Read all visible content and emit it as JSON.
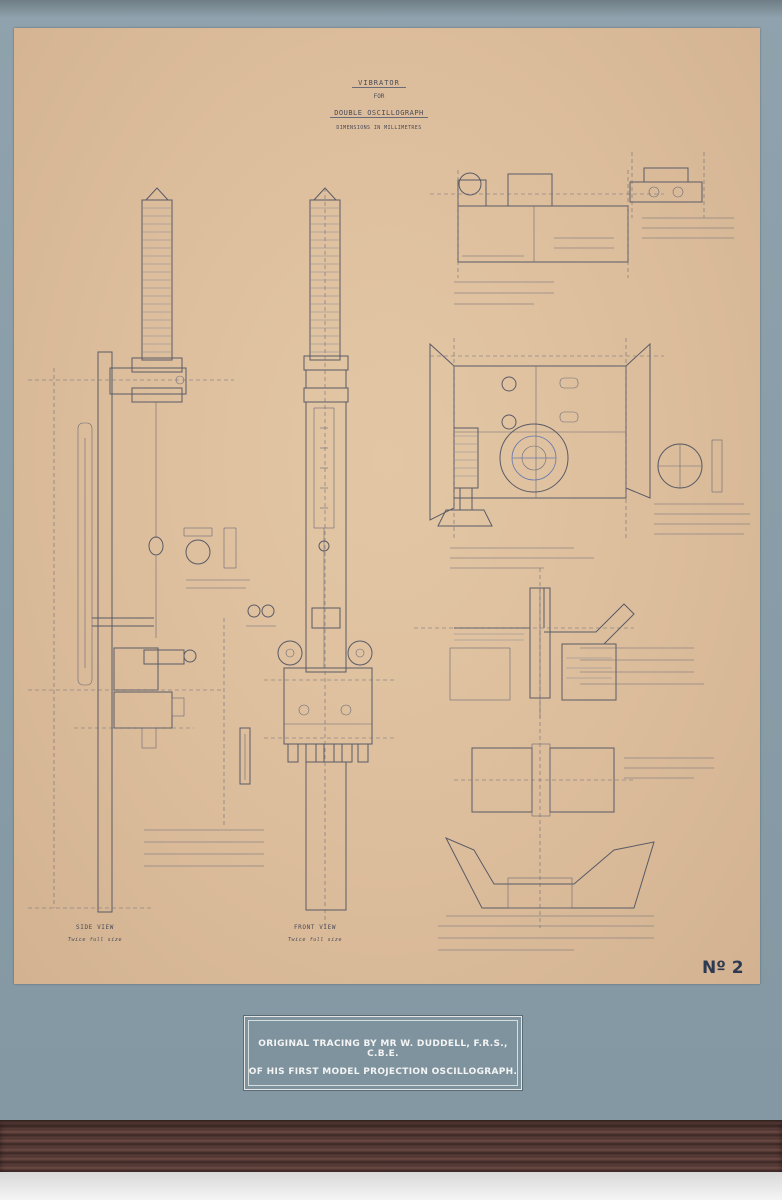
{
  "sheet": {
    "title_line1": "VIBRATOR",
    "title_line2": "FOR",
    "title_line3": "DOUBLE OSCILLOGRAPH",
    "title_line4": "DIMENSIONS IN MILLIMETRES",
    "side_view_label": "SIDE VIEW",
    "side_view_scale": "Twice full size",
    "front_view_label": "FRONT VIEW",
    "front_view_scale": "Twice full size",
    "sheet_number": "Nº 2"
  },
  "caption": {
    "line1": "ORIGINAL TRACING BY MR W. DUDDELL, F.R.S., C.B.E.",
    "line2": "OF HIS FIRST MODEL PROJECTION OSCILLOGRAPH."
  },
  "colors": {
    "paper": "#dcbd9b",
    "mat": "#8a9ea9",
    "ink": "#5a5a66",
    "frame": "#4a3330",
    "caption_plate": "#7e939e"
  }
}
